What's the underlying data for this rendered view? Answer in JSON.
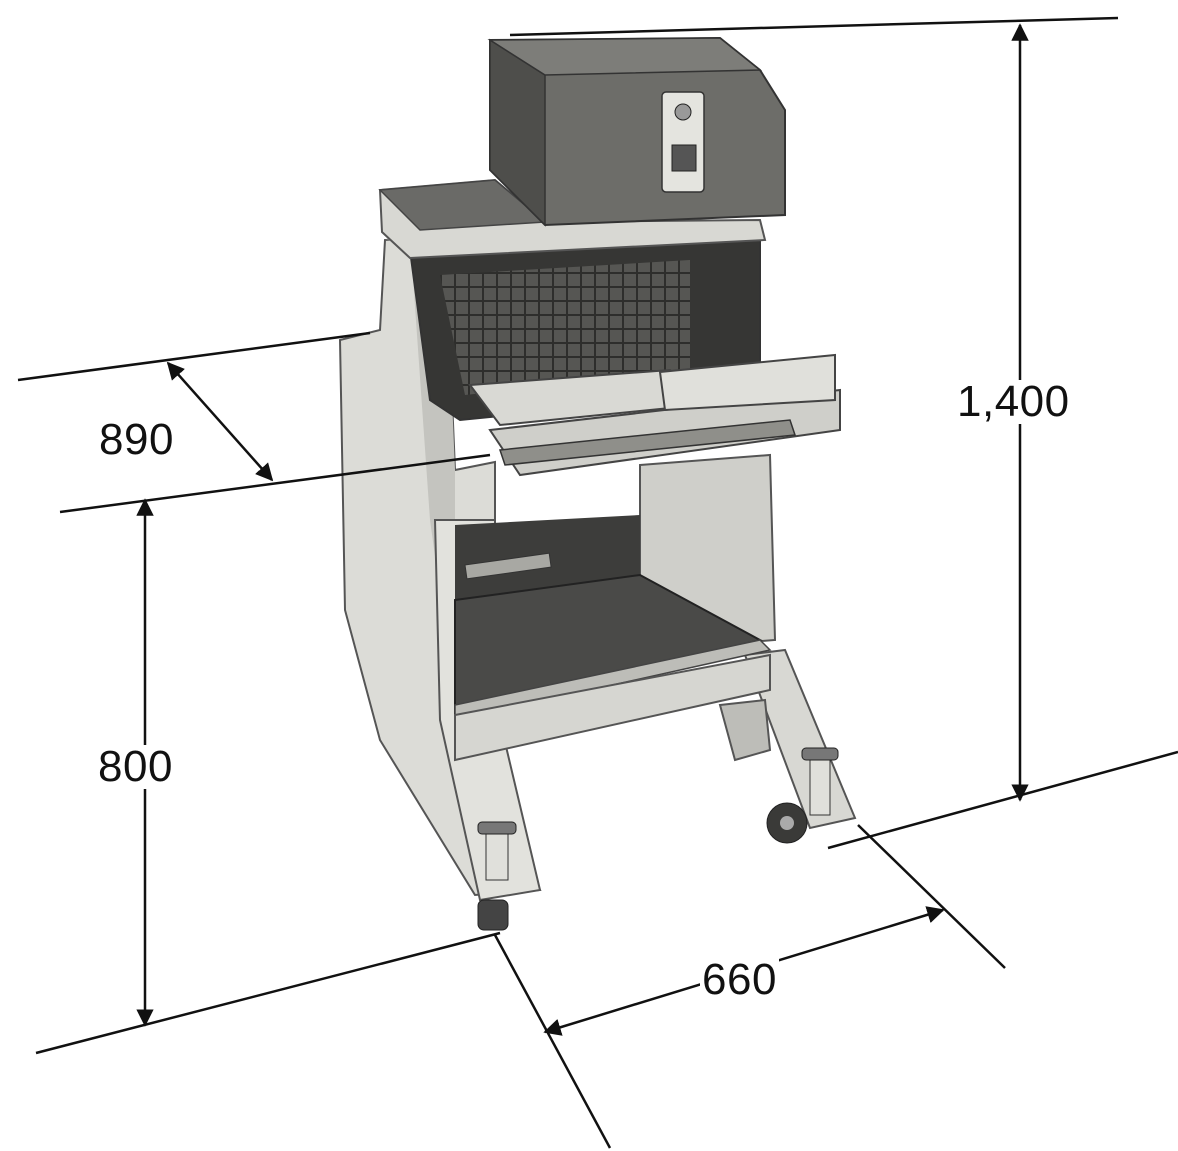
{
  "dimensions": {
    "height": "1,400",
    "depth": "890",
    "table_height": "800",
    "width": "660"
  },
  "colors": {
    "ink": "#111111",
    "frame": "#d6d6d2",
    "frame_shadow": "#a9a9a4",
    "hood": "#6e6e6a",
    "hood_dark": "#4a4a47",
    "interior": "#3a3a38",
    "background": "#ffffff"
  }
}
